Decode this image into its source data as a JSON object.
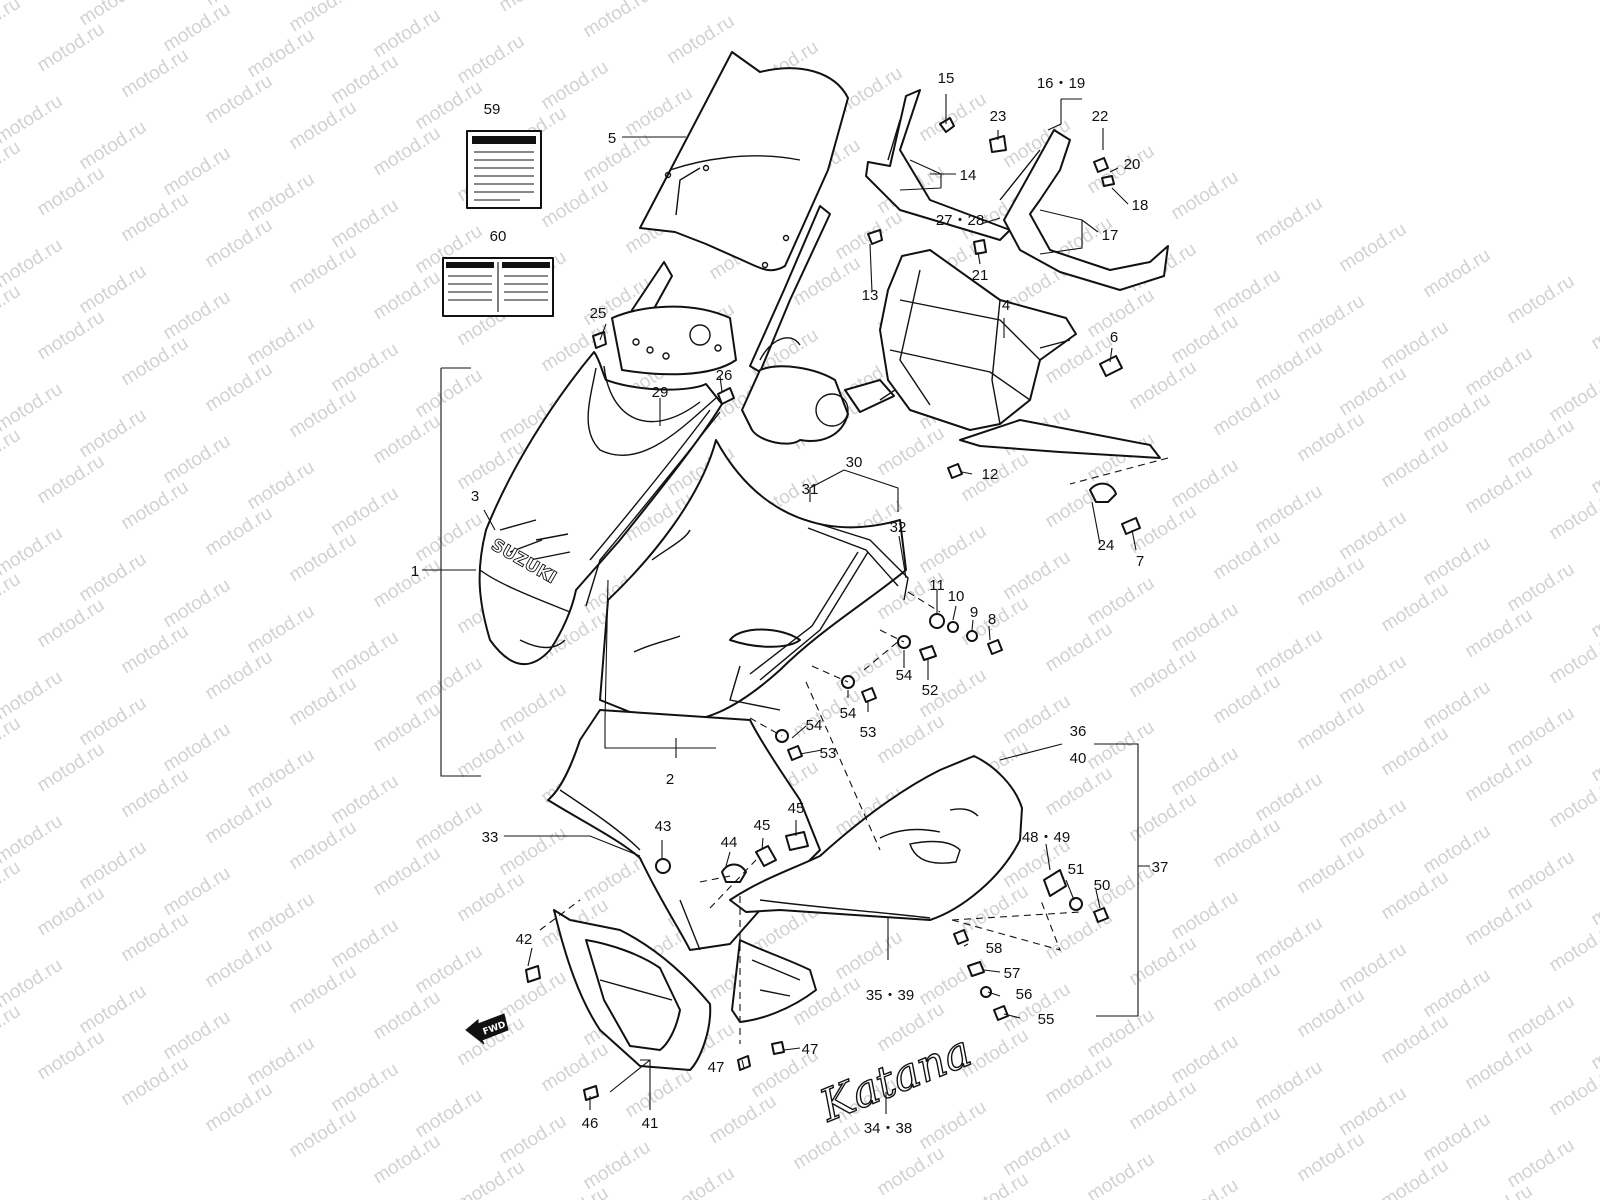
{
  "watermark": "motod.ru",
  "brand_text": "SUZUKI",
  "model_emblem": "Katana",
  "direction_marker": "FWD",
  "labels": {
    "l1": "1",
    "l2": "2",
    "l3": "3",
    "l4": "4",
    "l5": "5",
    "l6": "6",
    "l7": "7",
    "l8": "8",
    "l9": "9",
    "l10": "10",
    "l11": "11",
    "l12": "12",
    "l13": "13",
    "l14": "14",
    "l15": "15",
    "l16_19": "16・19",
    "l17": "17",
    "l18": "18",
    "l20": "20",
    "l21": "21",
    "l22": "22",
    "l23": "23",
    "l24": "24",
    "l25": "25",
    "l26": "26",
    "l27_28": "27・28",
    "l29": "29",
    "l30": "30",
    "l31": "31",
    "l32": "32",
    "l33": "33",
    "l34_38": "34・38",
    "l35_39": "35・39",
    "l36": "36",
    "l40": "40",
    "l37": "37",
    "l41": "41",
    "l42": "42",
    "l43": "43",
    "l44": "44",
    "l45a": "45",
    "l45b": "45",
    "l46": "46",
    "l47a": "47",
    "l47b": "47",
    "l48_49": "48・49",
    "l50": "50",
    "l51": "51",
    "l52": "52",
    "l53a": "53",
    "l53b": "53",
    "l54a": "54",
    "l54b": "54",
    "l54c": "54",
    "l55": "55",
    "l56": "56",
    "l57": "57",
    "l58": "58",
    "l59": "59",
    "l60": "60"
  }
}
